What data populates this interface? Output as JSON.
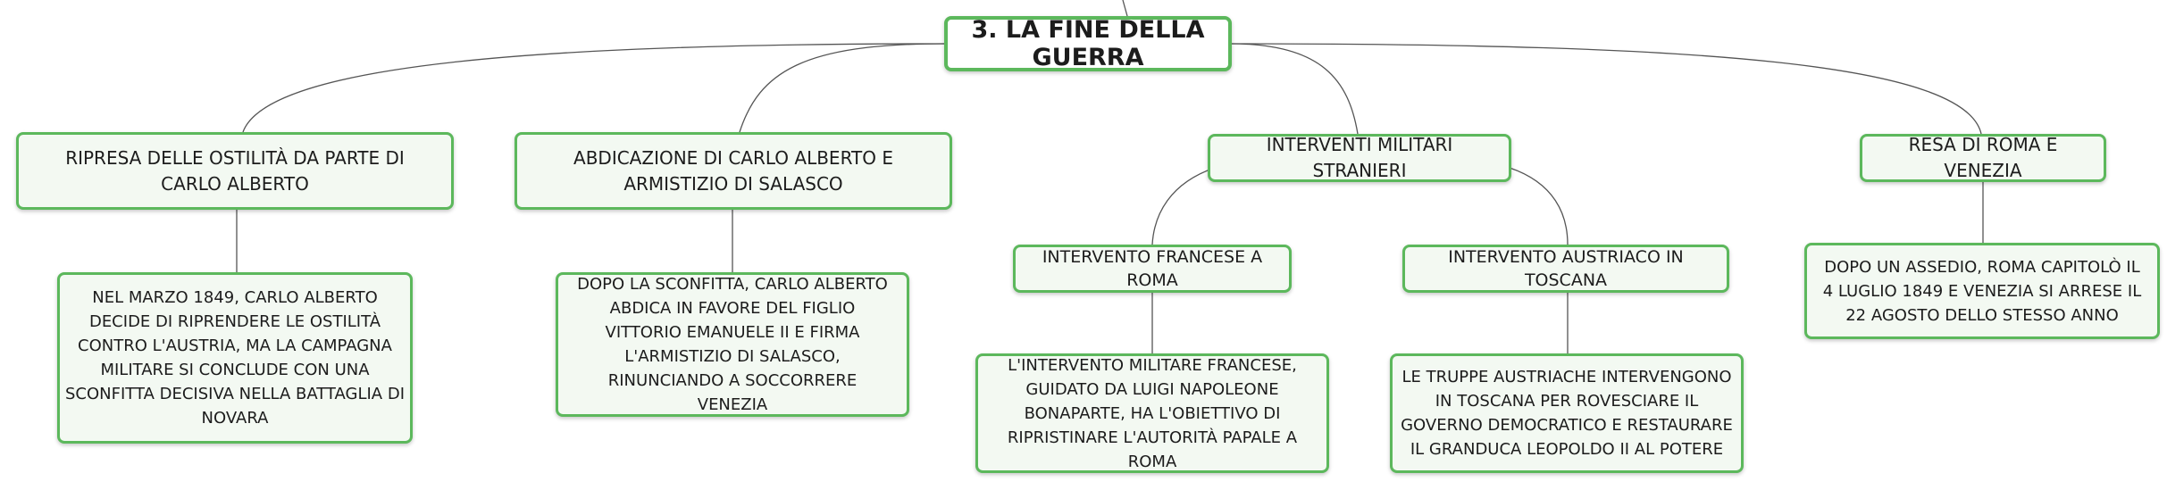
{
  "root": {
    "label": "3. LA FINE DELLA GUERRA"
  },
  "topics": [
    {
      "label": "RIPRESA DELLE OSTILITÀ DA PARTE DI CARLO ALBERTO"
    },
    {
      "label": "ABDICAZIONE DI CARLO ALBERTO E ARMISTIZIO DI SALASCO"
    },
    {
      "label": "INTERVENTI MILITARI STRANIERI"
    },
    {
      "label": "RESA DI ROMA E VENEZIA"
    }
  ],
  "subtopics": [
    {
      "label": "INTERVENTO FRANCESE A ROMA"
    },
    {
      "label": "INTERVENTO AUSTRIACO IN TOSCANA"
    }
  ],
  "details": [
    {
      "text": "NEL MARZO 1849, CARLO ALBERTO DECIDE DI RIPRENDERE LE OSTILITÀ CONTRO L'AUSTRIA, MA LA CAMPAGNA MILITARE SI CONCLUDE CON UNA SCONFITTA DECISIVA NELLA BATTAGLIA DI NOVARA"
    },
    {
      "text": "DOPO LA SCONFITTA, CARLO ALBERTO ABDICA IN FAVORE DEL FIGLIO VITTORIO EMANUELE II E FIRMA L'ARMISTIZIO DI SALASCO, RINUNCIANDO A SOCCORRERE VENEZIA"
    },
    {
      "text": "L'INTERVENTO MILITARE FRANCESE, GUIDATO DA LUIGI NAPOLEONE BONAPARTE, HA L'OBIETTIVO DI RIPRISTINARE L'AUTORITÀ PAPALE A ROMA"
    },
    {
      "text": "LE TRUPPE AUSTRIACHE INTERVENGONO IN TOSCANA PER ROVESCIARE IL GOVERNO DEMOCRATICO E RESTAURARE IL GRANDUCA LEOPOLDO II AL POTERE"
    },
    {
      "text": "DOPO UN ASSEDIO, ROMA CAPITOLÒ IL 4 LUGLIO 1849 E VENEZIA SI ARRESE IL 22 AGOSTO DELLO STESSO ANNO"
    }
  ]
}
